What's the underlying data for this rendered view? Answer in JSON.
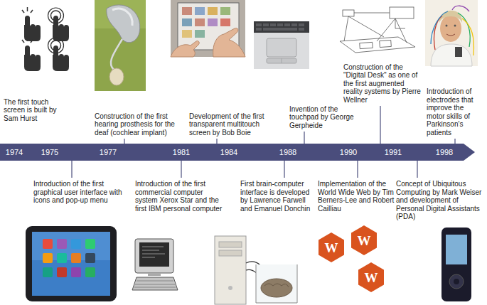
{
  "diagram": {
    "nodes": [
      {
        "text": [
          "1974",
          "1975",
          "1977",
          "1981",
          "1984",
          "1988",
          "1990",
          "1991",
          "1998"
        ]
      }
    ],
    "labels": [
      "The first touch screen is built by Sam Hurst",
      "Introduction of the first graphical user interface with icons and pop-up menu",
      "Construction of the first hearing prosthesis for the deaf (cochlear implant)",
      "Introduction of the first commercial computer system Xerox Star and the first IBM personal computer",
      "Development of the first transparent multitouch screen by Bob Boie",
      "Invention of the touchpad by George Gerpheide",
      "First brain-computer interface is developed by Lawrence Farwell and Emanuel Donchin",
      "Implementation of the World Wide Web by Tim Berners-Lee and Robert Cailliau",
      "W",
      "W",
      "W",
      "Construction of the \"Digital Desk\" as one of the first augmented reality systems by Pierre Wellner",
      "Concept of Ubiquitous Computing by Mark Weiser and development of Personal Digital Assistants (PDA)",
      "Introduction of electrodes that improve the motor skills of Parkinson's patients"
    ]
  }
}
